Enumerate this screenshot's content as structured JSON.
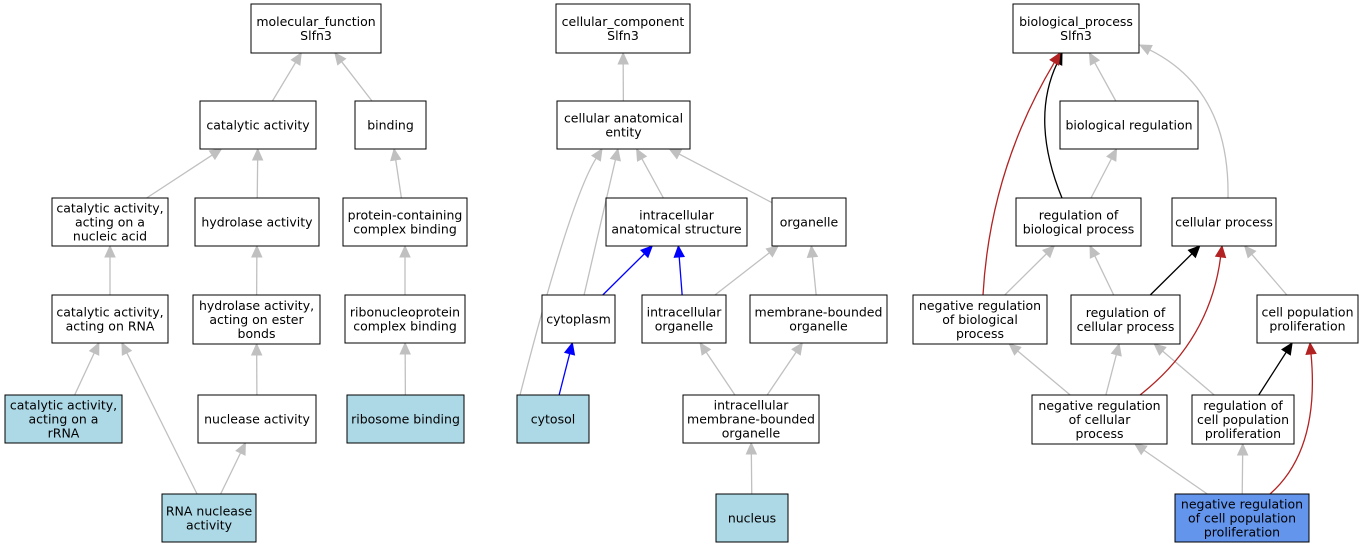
{
  "colors": {
    "default_fill": "#ffffff",
    "leaf_fill": "#add8e6",
    "highlight_fill": "#6495ed",
    "grey_edge": "#c0c0c0",
    "blue_edge": "#0000ff",
    "black_edge": "#000000",
    "red_edge": "#b22222"
  },
  "nodes": [
    {
      "id": "mf",
      "lines": [
        "molecular_function",
        "Slfn3"
      ],
      "fill": "default"
    },
    {
      "id": "cat",
      "lines": [
        "catalytic activity"
      ],
      "fill": "default"
    },
    {
      "id": "bind",
      "lines": [
        "binding"
      ],
      "fill": "default"
    },
    {
      "id": "catna",
      "lines": [
        "catalytic activity,",
        "acting on a",
        "nucleic acid"
      ],
      "fill": "default"
    },
    {
      "id": "hydro",
      "lines": [
        "hydrolase activity"
      ],
      "fill": "default"
    },
    {
      "id": "pcb",
      "lines": [
        "protein-containing",
        "complex binding"
      ],
      "fill": "default"
    },
    {
      "id": "catrna",
      "lines": [
        "catalytic activity,",
        "acting on RNA"
      ],
      "fill": "default"
    },
    {
      "id": "hydroest",
      "lines": [
        "hydrolase activity,",
        "acting on ester",
        "bonds"
      ],
      "fill": "default"
    },
    {
      "id": "rnpb",
      "lines": [
        "ribonucleoprotein",
        "complex binding"
      ],
      "fill": "default"
    },
    {
      "id": "catrrna",
      "lines": [
        "catalytic activity,",
        "acting on a",
        "rRNA"
      ],
      "fill": "leaf"
    },
    {
      "id": "nuclease",
      "lines": [
        "nuclease activity"
      ],
      "fill": "default"
    },
    {
      "id": "ribob",
      "lines": [
        "ribosome binding"
      ],
      "fill": "leaf"
    },
    {
      "id": "rnanuc",
      "lines": [
        "RNA nuclease",
        "activity"
      ],
      "fill": "leaf"
    },
    {
      "id": "cc",
      "lines": [
        "cellular_component",
        "Slfn3"
      ],
      "fill": "default"
    },
    {
      "id": "cae",
      "lines": [
        "cellular anatomical",
        "entity"
      ],
      "fill": "default"
    },
    {
      "id": "ias",
      "lines": [
        "intracellular",
        "anatomical structure"
      ],
      "fill": "default"
    },
    {
      "id": "organelle",
      "lines": [
        "organelle"
      ],
      "fill": "default"
    },
    {
      "id": "cytoplasm",
      "lines": [
        "cytoplasm"
      ],
      "fill": "default"
    },
    {
      "id": "icorg",
      "lines": [
        "intracellular",
        "organelle"
      ],
      "fill": "default"
    },
    {
      "id": "mbo",
      "lines": [
        "membrane-bounded",
        "organelle"
      ],
      "fill": "default"
    },
    {
      "id": "cytosol",
      "lines": [
        "cytosol"
      ],
      "fill": "leaf"
    },
    {
      "id": "imbo",
      "lines": [
        "intracellular",
        "membrane-bounded",
        "organelle"
      ],
      "fill": "default"
    },
    {
      "id": "nucleus",
      "lines": [
        "nucleus"
      ],
      "fill": "leaf"
    },
    {
      "id": "bp",
      "lines": [
        "biological_process",
        "Slfn3"
      ],
      "fill": "default"
    },
    {
      "id": "breg",
      "lines": [
        "biological regulation"
      ],
      "fill": "default"
    },
    {
      "id": "rbp",
      "lines": [
        "regulation of",
        "biological process"
      ],
      "fill": "default"
    },
    {
      "id": "cp",
      "lines": [
        "cellular process"
      ],
      "fill": "default"
    },
    {
      "id": "nrbp",
      "lines": [
        "negative regulation",
        "of biological",
        "process"
      ],
      "fill": "default"
    },
    {
      "id": "rcp",
      "lines": [
        "regulation of",
        "cellular process"
      ],
      "fill": "default"
    },
    {
      "id": "cpp",
      "lines": [
        "cell population",
        "proliferation"
      ],
      "fill": "default"
    },
    {
      "id": "nrcp",
      "lines": [
        "negative regulation",
        "of cellular",
        "process"
      ],
      "fill": "default"
    },
    {
      "id": "rcpp",
      "lines": [
        "regulation of",
        "cell population",
        "proliferation"
      ],
      "fill": "default"
    },
    {
      "id": "nrcpp",
      "lines": [
        "negative regulation",
        "of cell population",
        "proliferation"
      ],
      "fill": "highlight"
    }
  ],
  "edges": [
    {
      "from": "cat",
      "to": "mf",
      "color": "grey"
    },
    {
      "from": "bind",
      "to": "mf",
      "color": "grey"
    },
    {
      "from": "catna",
      "to": "cat",
      "color": "grey"
    },
    {
      "from": "hydro",
      "to": "cat",
      "color": "grey"
    },
    {
      "from": "pcb",
      "to": "bind",
      "color": "grey"
    },
    {
      "from": "catrna",
      "to": "catna",
      "color": "grey"
    },
    {
      "from": "hydroest",
      "to": "hydro",
      "color": "grey"
    },
    {
      "from": "rnpb",
      "to": "pcb",
      "color": "grey"
    },
    {
      "from": "catrrna",
      "to": "catrna",
      "color": "grey"
    },
    {
      "from": "nuclease",
      "to": "hydroest",
      "color": "grey"
    },
    {
      "from": "ribob",
      "to": "rnpb",
      "color": "grey"
    },
    {
      "from": "rnanuc",
      "to": "catrna",
      "color": "grey"
    },
    {
      "from": "rnanuc",
      "to": "nuclease",
      "color": "grey"
    },
    {
      "from": "cae",
      "to": "cc",
      "color": "grey"
    },
    {
      "from": "ias",
      "to": "cae",
      "color": "grey"
    },
    {
      "from": "organelle",
      "to": "cae",
      "color": "grey"
    },
    {
      "from": "cytoplasm",
      "to": "cae",
      "color": "grey"
    },
    {
      "from": "cytosol",
      "to": "cae",
      "color": "grey",
      "curve": "left"
    },
    {
      "from": "cytoplasm",
      "to": "ias",
      "color": "blue"
    },
    {
      "from": "icorg",
      "to": "ias",
      "color": "blue"
    },
    {
      "from": "icorg",
      "to": "organelle",
      "color": "grey"
    },
    {
      "from": "mbo",
      "to": "organelle",
      "color": "grey"
    },
    {
      "from": "cytosol",
      "to": "cytoplasm",
      "color": "blue"
    },
    {
      "from": "imbo",
      "to": "icorg",
      "color": "grey"
    },
    {
      "from": "imbo",
      "to": "mbo",
      "color": "grey"
    },
    {
      "from": "nucleus",
      "to": "imbo",
      "color": "grey"
    },
    {
      "from": "breg",
      "to": "bp",
      "color": "grey"
    },
    {
      "from": "rbp",
      "to": "breg",
      "color": "grey"
    },
    {
      "from": "rbp",
      "to": "bp",
      "color": "black",
      "curve": "left"
    },
    {
      "from": "cp",
      "to": "bp",
      "color": "grey",
      "curve": "right"
    },
    {
      "from": "nrbp",
      "to": "bp",
      "color": "red",
      "curve": "left"
    },
    {
      "from": "nrbp",
      "to": "rbp",
      "color": "grey"
    },
    {
      "from": "rcp",
      "to": "rbp",
      "color": "grey"
    },
    {
      "from": "rcp",
      "to": "cp",
      "color": "black"
    },
    {
      "from": "cpp",
      "to": "cp",
      "color": "grey"
    },
    {
      "from": "nrcp",
      "to": "nrbp",
      "color": "grey"
    },
    {
      "from": "nrcp",
      "to": "rcp",
      "color": "grey"
    },
    {
      "from": "nrcp",
      "to": "cp",
      "color": "red",
      "curve": "right"
    },
    {
      "from": "rcpp",
      "to": "rcp",
      "color": "grey"
    },
    {
      "from": "rcpp",
      "to": "cpp",
      "color": "black"
    },
    {
      "from": "nrcpp",
      "to": "nrcp",
      "color": "grey"
    },
    {
      "from": "nrcpp",
      "to": "rcpp",
      "color": "grey"
    },
    {
      "from": "nrcpp",
      "to": "cpp",
      "color": "red",
      "curve": "right"
    }
  ]
}
